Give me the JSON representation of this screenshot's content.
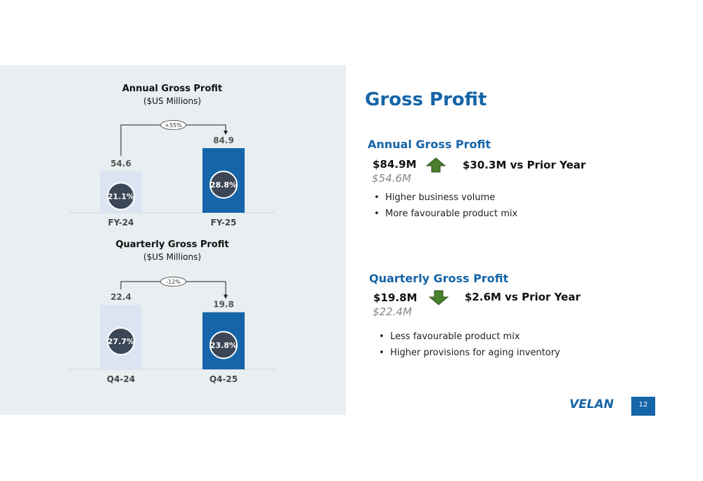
{
  "page": {
    "title": "Gross Profit",
    "page_number": "12",
    "logo_text": "VELAN"
  },
  "annual": {
    "heading": "Annual Gross Profit",
    "current": "$84.9M",
    "prior": "$54.6M",
    "delta": "$30.3M vs Prior Year",
    "direction": "up",
    "bullets": [
      "Higher business volume",
      "More favourable product mix"
    ]
  },
  "quarterly": {
    "heading": "Quarterly Gross Profit",
    "current": "$19.8M",
    "prior": "$22.4M",
    "delta": "$2.6M vs Prior Year",
    "direction": "down",
    "bullets": [
      "Less favourable product mix",
      "Higher provisions for aging inventory"
    ]
  },
  "colors": {
    "brand_blue": "#1565a8",
    "prior_bar": "#dbe4f1",
    "circle": "#3b4656",
    "arrow_green": "#4a7f2c"
  },
  "chart_data": [
    {
      "type": "bar",
      "title": "Annual Gross Profit",
      "subtitle": "($US Millions)",
      "categories": [
        "FY-24",
        "FY-25"
      ],
      "values": [
        54.6,
        84.9
      ],
      "value_labels": [
        "54.6",
        "84.9"
      ],
      "margins": [
        "21.1%",
        "28.8%"
      ],
      "change_label": "+55%",
      "ylim": [
        0,
        84.9
      ],
      "grid": false,
      "legend": "none"
    },
    {
      "type": "bar",
      "title": "Quarterly Gross Profit",
      "subtitle": "($US Millions)",
      "categories": [
        "Q4-24",
        "Q4-25"
      ],
      "values": [
        22.4,
        19.8
      ],
      "value_labels": [
        "22.4",
        "19.8"
      ],
      "margins": [
        "27.7%",
        "23.8%"
      ],
      "change_label": "-12%",
      "ylim": [
        0,
        22.4
      ],
      "grid": false,
      "legend": "none"
    }
  ]
}
